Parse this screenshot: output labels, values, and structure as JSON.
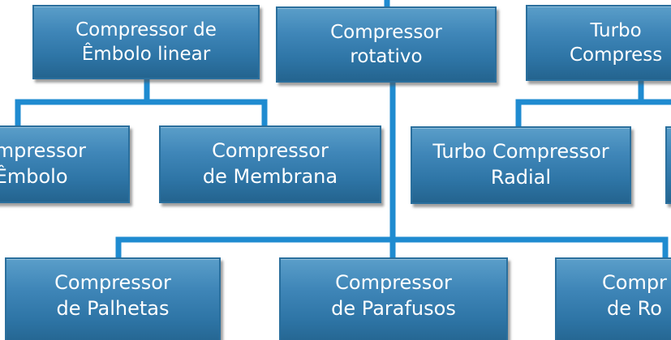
{
  "nodes": {
    "embolo_linear": [
      "Compressor de",
      "Êmbolo linear"
    ],
    "rotativo": [
      "Compressor",
      "rotativo"
    ],
    "turbo": [
      "Turbo",
      "Compress"
    ],
    "embolo": [
      "mpressor",
      "Êmbolo"
    ],
    "membrana": [
      "Compressor",
      "de Membrana"
    ],
    "turbo_radial": [
      "Turbo Compressor",
      "Radial"
    ],
    "palhetas": [
      "Compressor",
      "de Palhetas"
    ],
    "parafusos": [
      "Compressor",
      "de Parafusos"
    ],
    "roots": [
      "Compr",
      "de Ro"
    ]
  },
  "colors": {
    "box_fill": "#3f86b8",
    "box_border": "#2a6f9d",
    "connector": "#1f8bd0",
    "text": "#ffffff"
  }
}
